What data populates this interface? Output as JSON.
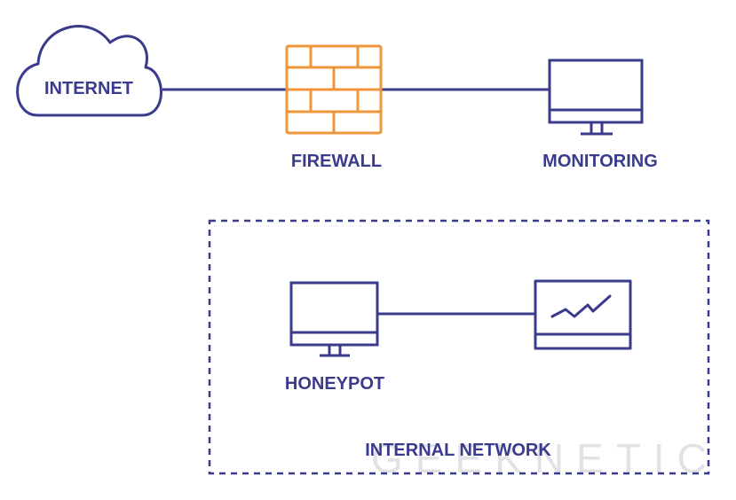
{
  "colors": {
    "primary": "#3a3b8c",
    "firewall": "#f0953a",
    "background": "#ffffff",
    "watermark": "#d9d9de"
  },
  "nodes": {
    "internet": {
      "label": "INTERNET",
      "icon": "cloud-icon"
    },
    "firewall": {
      "label": "FIREWALL",
      "icon": "brick-wall-icon"
    },
    "monitoring": {
      "label": "MONITORING",
      "icon": "monitor-icon"
    },
    "honeypot": {
      "label": "HONEYPOT",
      "icon": "monitor-icon"
    },
    "analytics": {
      "icon": "monitor-chart-icon"
    }
  },
  "internal_network": {
    "label": "INTERNAL NETWORK"
  },
  "watermark": {
    "text": "GEEKNETIC"
  }
}
